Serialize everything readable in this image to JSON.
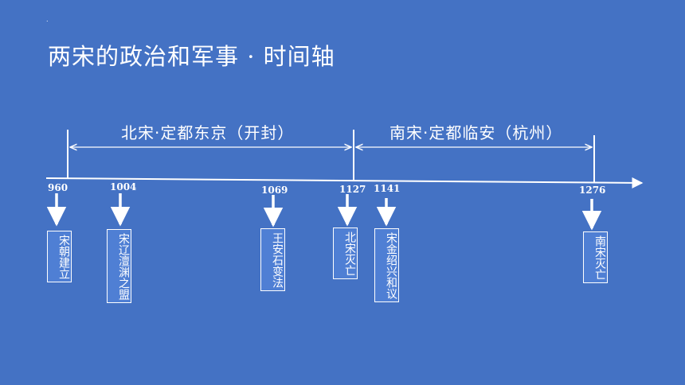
{
  "title": "两宋的政治和军事 · 时间轴",
  "corner_mark": ".",
  "periods": [
    {
      "label": "北宋·定都东京（开封）"
    },
    {
      "label": "南宋·定都临安（杭州）"
    }
  ],
  "events": [
    {
      "year": "960",
      "text": "宋朝建立"
    },
    {
      "year": "1004",
      "text": "宋辽澶渊之盟"
    },
    {
      "year": "1069",
      "text": "王安石变法"
    },
    {
      "year": "1127",
      "text": "北宋灭亡"
    },
    {
      "year": "1141",
      "text": "宋金绍兴和议"
    },
    {
      "year": "1276",
      "text": "南宋灭亡"
    }
  ]
}
